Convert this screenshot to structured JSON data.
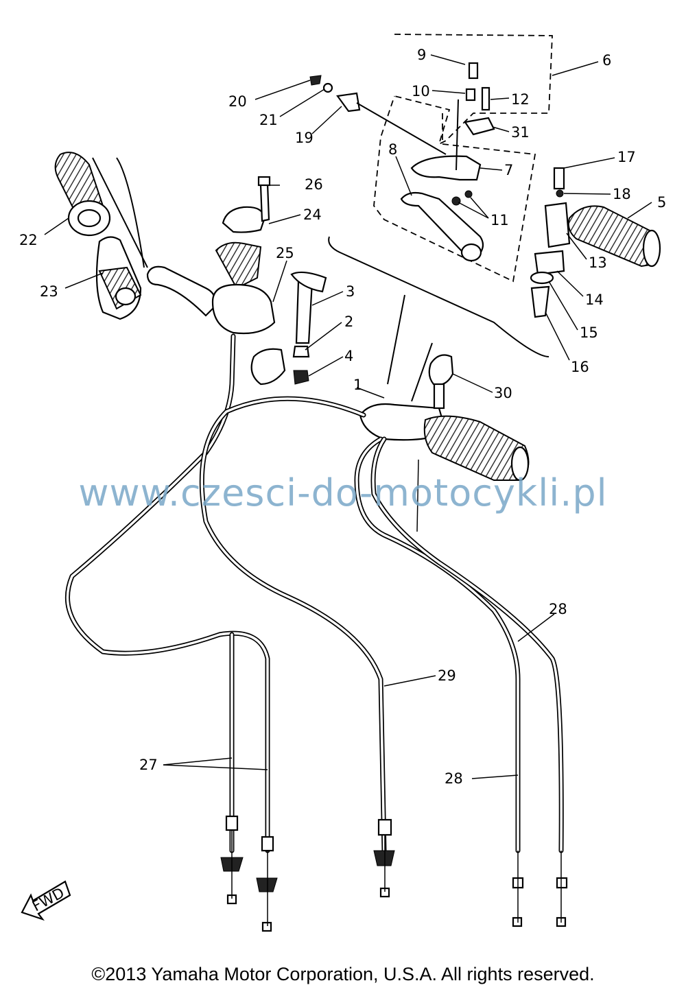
{
  "diagram": {
    "part_labels": [
      "1",
      "2",
      "3",
      "4",
      "5",
      "6",
      "7",
      "8",
      "9",
      "10",
      "11",
      "12",
      "13",
      "14",
      "15",
      "16",
      "17",
      "18",
      "19",
      "20",
      "21",
      "22",
      "23",
      "24",
      "25",
      "26",
      "27",
      "28",
      "28",
      "29",
      "30",
      "31"
    ],
    "fwd_marker": "FWD"
  },
  "watermark": "www.czesci-do-motocykli.pl",
  "copyright": "©2013 Yamaha Motor Corporation, U.S.A. All rights reserved."
}
